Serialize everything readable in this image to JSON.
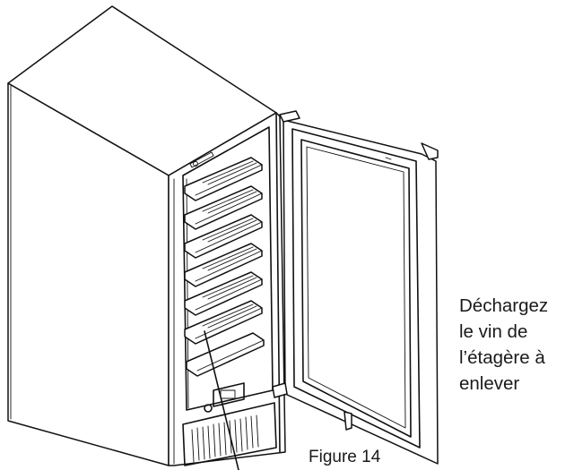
{
  "caption": {
    "line1": "Déchargez",
    "line2": "le vin de",
    "line3": "l’étagère à",
    "line4": "enlever"
  },
  "figure_label": "Figure 14"
}
